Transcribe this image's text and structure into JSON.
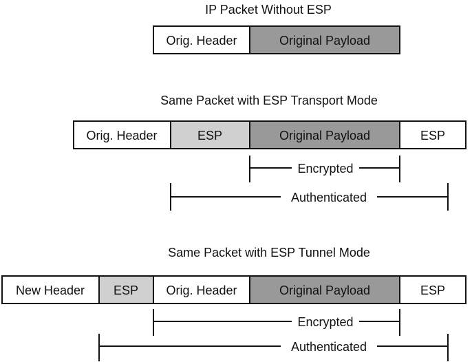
{
  "colors": {
    "white": "#ffffff",
    "light_gray": "#d0d0d0",
    "dark_gray": "#999999",
    "ink": "#111111"
  },
  "diagram": {
    "section1": {
      "title": "IP Packet Without ESP",
      "cells": [
        {
          "label": "Orig. Header",
          "fill": "white"
        },
        {
          "label": "Original Payload",
          "fill": "dark_gray"
        }
      ]
    },
    "section2": {
      "title": "Same Packet with ESP Transport Mode",
      "cells": [
        {
          "label": "Orig. Header",
          "fill": "white"
        },
        {
          "label": "ESP",
          "fill": "light_gray"
        },
        {
          "label": "Original Payload",
          "fill": "dark_gray"
        },
        {
          "label": "ESP",
          "fill": "white"
        }
      ],
      "encrypted_label": "Encrypted",
      "authenticated_label": "Authenticated"
    },
    "section3": {
      "title": "Same Packet with ESP Tunnel Mode",
      "cells": [
        {
          "label": "New Header",
          "fill": "white"
        },
        {
          "label": "ESP",
          "fill": "light_gray"
        },
        {
          "label": "Orig. Header",
          "fill": "white"
        },
        {
          "label": "Original Payload",
          "fill": "dark_gray"
        },
        {
          "label": "ESP",
          "fill": "white"
        }
      ],
      "encrypted_label": "Encrypted",
      "authenticated_label": "Authenticated"
    }
  }
}
